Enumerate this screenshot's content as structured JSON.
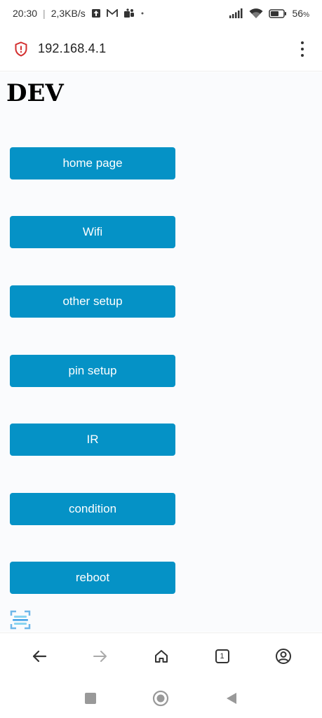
{
  "status_bar": {
    "time": "20:30",
    "speed": "2,3KB/s",
    "battery": "56"
  },
  "url_bar": {
    "url": "192.168.4.1"
  },
  "page": {
    "title": "DEV",
    "buttons": [
      {
        "label": "home page"
      },
      {
        "label": "Wifi"
      },
      {
        "label": "other setup"
      },
      {
        "label": "pin setup"
      },
      {
        "label": "IR"
      },
      {
        "label": "condition"
      },
      {
        "label": "reboot"
      }
    ]
  },
  "toolbar": {
    "tab_count": "1"
  },
  "icons": {
    "security": "shield-warning-icon",
    "menu": "kebab-menu-icon",
    "back": "arrow-left-icon",
    "forward": "arrow-right-icon",
    "home": "home-icon",
    "tabs": "tabs-icon",
    "account": "account-icon"
  },
  "colors": {
    "button": "#0592c6",
    "warning": "#d32f2f"
  }
}
